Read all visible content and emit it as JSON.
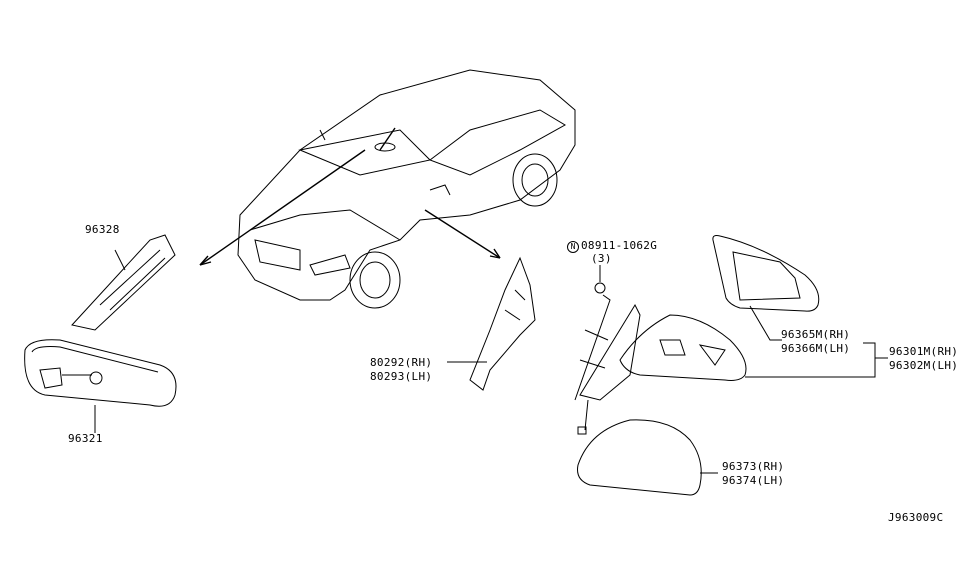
{
  "diagram": {
    "code": "J963009C",
    "callouts": {
      "inner_mirror_bracket": "96328",
      "inner_mirror": "96321",
      "corner_finisher_rh": "80292(RH)",
      "corner_finisher_lh": "80293(LH)",
      "screw_prefix": "N",
      "screw_part": "08911-1062G",
      "screw_qty": "(3)",
      "mirror_glass_rh": "96365M(RH)",
      "mirror_glass_lh": "96366M(LH)",
      "door_mirror_rh": "96301M(RH)",
      "door_mirror_lh": "96302M(LH)",
      "mirror_cover_rh": "96373(RH)",
      "mirror_cover_lh": "96374(LH)"
    }
  }
}
